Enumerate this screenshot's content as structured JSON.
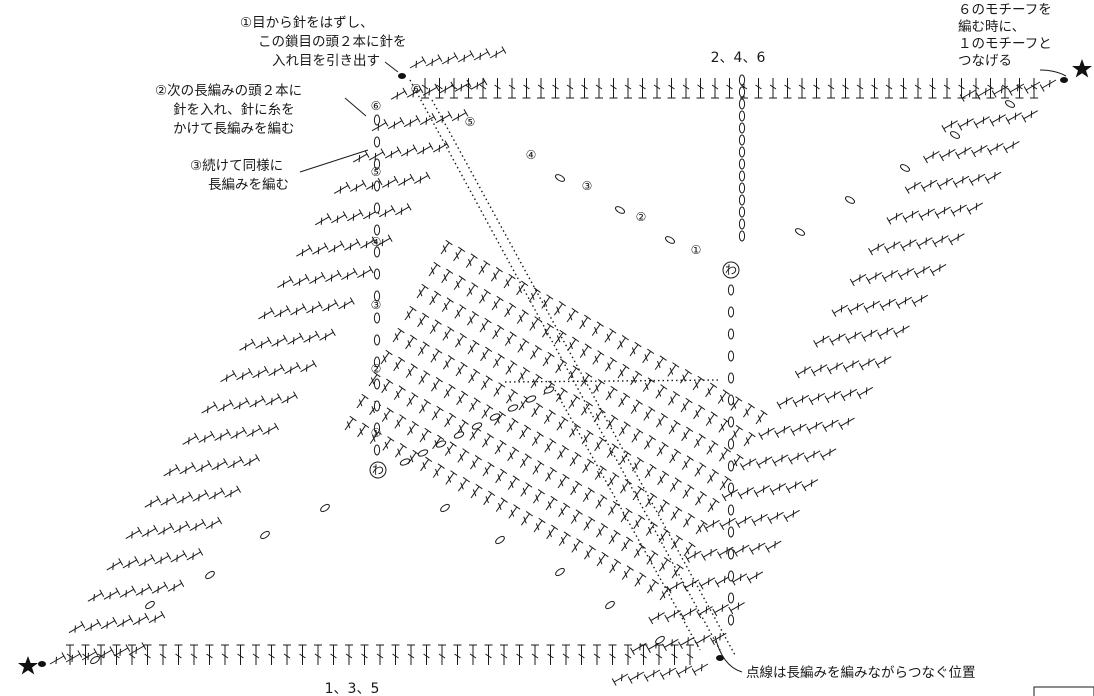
{
  "annotations": {
    "step1": [
      "①目から針をはずし、",
      "この鎖目の頭２本に針を",
      "入れ目を引き出す"
    ],
    "step2": [
      "②次の長編みの頭２本に",
      "針を入れ、針に糸を",
      "かけて長編みを編む"
    ],
    "step3": [
      "③続けて同様に",
      "長編みを編む"
    ],
    "join_note": [
      "６のモチーフを",
      "編む時に、",
      "１のモチーフと",
      "つなげる"
    ],
    "dotted_line_note": "点線は長編みを編みながらつなぐ位置"
  },
  "labels": {
    "top_motifs": "2、4、6",
    "bottom_motifs": "1、3、5"
  },
  "round_markers": {
    "left_triangle": [
      "わ",
      "①",
      "②",
      "③",
      "④",
      "⑤",
      "⑥"
    ],
    "right_triangle": [
      "わ",
      "①",
      "②",
      "③",
      "④",
      "⑤",
      "⑥"
    ]
  },
  "colors": {
    "ink": "#1a1a1a",
    "paper": "#ffffff"
  },
  "icons": {
    "start_marker": "star-icon"
  }
}
